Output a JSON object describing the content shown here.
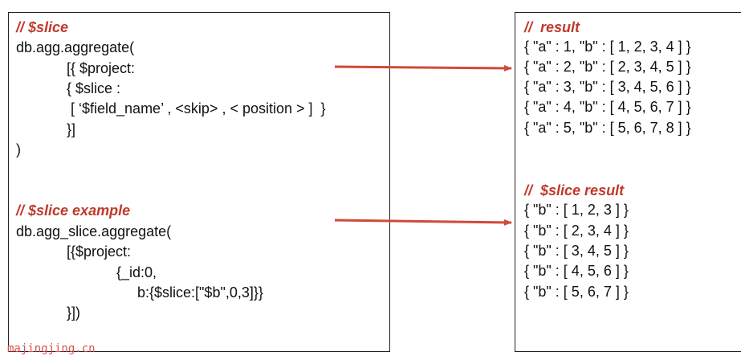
{
  "left_panel": {
    "slice_syntax": {
      "comment": "// $slice",
      "lines": [
        "db.agg.aggregate(",
        "[{ $project:",
        "{ $slice :",
        "[ ‘$field_name’ , <skip> , < position > ]  }",
        "}]",
        ")"
      ]
    },
    "slice_example": {
      "comment": "// $slice example",
      "lines": [
        "db.agg_slice.aggregate(",
        "[{$project:",
        "{_id:0,",
        "b:{$slice:[\"$b\",0,3]}}",
        "}])"
      ]
    }
  },
  "right_panel": {
    "result": {
      "comment": "//  result",
      "lines": [
        "{ \"a\" : 1, \"b\" : [ 1, 2, 3, 4 ] }",
        "{ \"a\" : 2, \"b\" : [ 2, 3, 4, 5 ] }",
        "{ \"a\" : 3, \"b\" : [ 3, 4, 5, 6 ] }",
        "{ \"a\" : 4, \"b\" : [ 4, 5, 6, 7 ] }",
        "{ \"a\" : 5, \"b\" : [ 5, 6, 7, 8 ] }"
      ]
    },
    "slice_result": {
      "comment": "//  $slice result",
      "lines": [
        "{ \"b\" : [ 1, 2, 3 ] }",
        "{ \"b\" : [ 2, 3, 4 ] }",
        "{ \"b\" : [ 3, 4, 5 ] }",
        "{ \"b\" : [ 4, 5, 6 ] }",
        "{ \"b\" : [ 5, 6, 7 ] }"
      ]
    }
  },
  "watermark": "majingjing.cn",
  "colors": {
    "accent": "#c0392b",
    "arrow": "#d04a3a",
    "border": "#222222"
  }
}
